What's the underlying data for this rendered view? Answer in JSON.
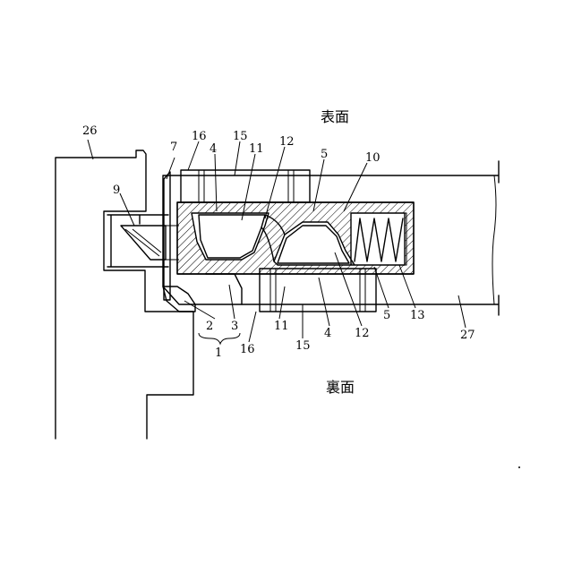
{
  "labels": {
    "l26": "26",
    "l9": "9",
    "l7": "7",
    "l16a": "16",
    "l4a": "4",
    "l15a": "15",
    "l11a": "11",
    "l12a": "12",
    "l5a": "5",
    "l10": "10",
    "l2": "2",
    "l3": "3",
    "l1": "1",
    "l16b": "16",
    "l11b": "11",
    "l15b": "15",
    "l4b": "4",
    "l12b": "12",
    "l5b": "5",
    "l13": "13",
    "l27": "27"
  },
  "faces": {
    "front": "表面",
    "back": "裏面"
  }
}
